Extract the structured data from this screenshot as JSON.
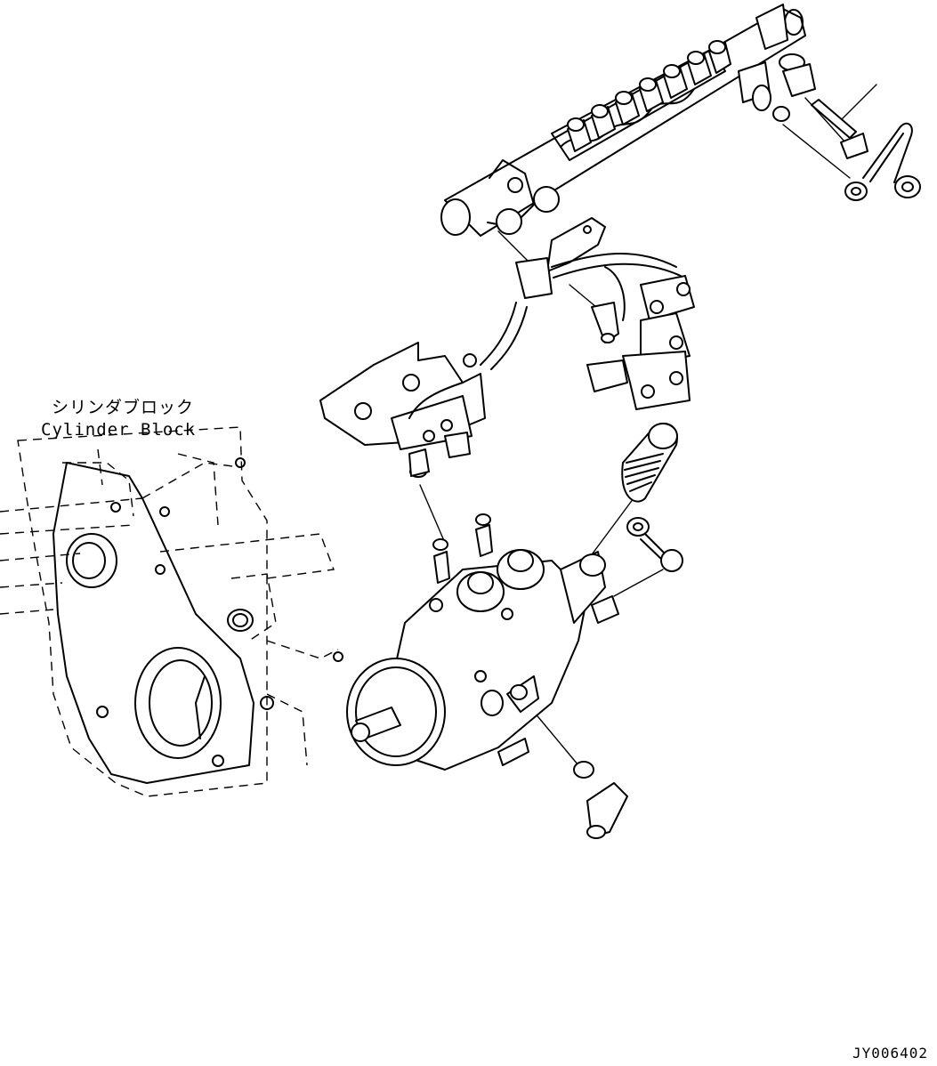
{
  "labels": {
    "cylinder_block_jp": "シリンダブロック",
    "cylinder_block_en": "Cylinder Block",
    "drawing_code": "JY006402"
  }
}
